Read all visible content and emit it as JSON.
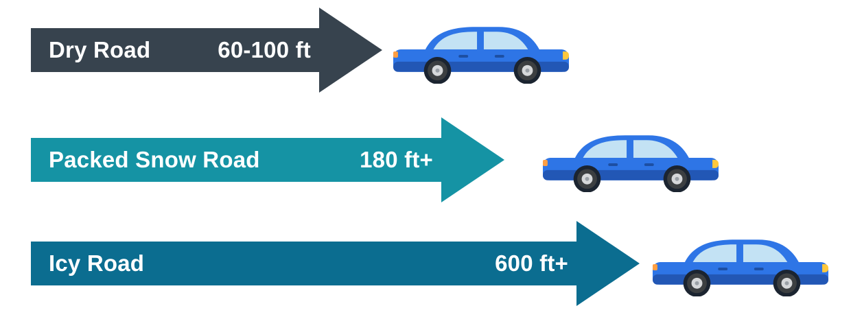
{
  "chart_data": {
    "type": "bar",
    "orientation": "horizontal",
    "title": "",
    "categories": [
      "Dry Road",
      "Packed Snow Road",
      "Icy Road"
    ],
    "values": [
      100,
      180,
      600
    ],
    "value_labels": [
      "60-100 ft",
      "180 ft+",
      "600 ft+"
    ],
    "unit": "ft",
    "legend": "none",
    "grid": false
  },
  "rows": [
    {
      "label": "Dry Road",
      "distance": "60-100 ft",
      "color": "#37434e"
    },
    {
      "label": "Packed Snow Road",
      "distance": "180 ft+",
      "color": "#1593a4"
    },
    {
      "label": "Icy Road",
      "distance": "600 ft+",
      "color": "#0b6d90"
    }
  ],
  "colors": {
    "background": "#ffffff",
    "text": "#ffffff",
    "car_body": "#2e75e6",
    "car_body_shade": "#2257b5",
    "car_glass": "#c3e2f4",
    "headlight": "#ffc83d"
  }
}
